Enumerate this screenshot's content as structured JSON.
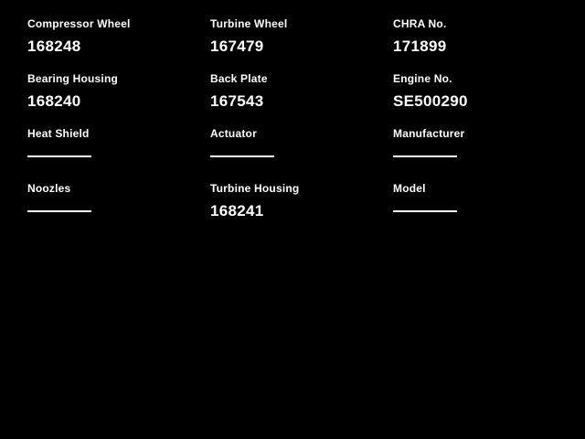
{
  "page": {
    "background_color": "#000000",
    "text_color": "#ffffff"
  },
  "fields": [
    {
      "label": "Compressor Wheel",
      "value": "168248"
    },
    {
      "label": "Turbine Wheel",
      "value": "167479"
    },
    {
      "label": "CHRA No.",
      "value": "171899"
    },
    {
      "label": "Bearing Housing",
      "value": "168240"
    },
    {
      "label": "Back Plate",
      "value": "167543"
    },
    {
      "label": "Engine No.",
      "value": "SE500290"
    },
    {
      "label": "Heat Shield",
      "value": ""
    },
    {
      "label": "Actuator",
      "value": ""
    },
    {
      "label": "Manufacturer",
      "value": ""
    },
    {
      "label": "Noozles",
      "value": ""
    },
    {
      "label": "Turbine Housing",
      "value": "168241"
    },
    {
      "label": "Model",
      "value": ""
    }
  ]
}
